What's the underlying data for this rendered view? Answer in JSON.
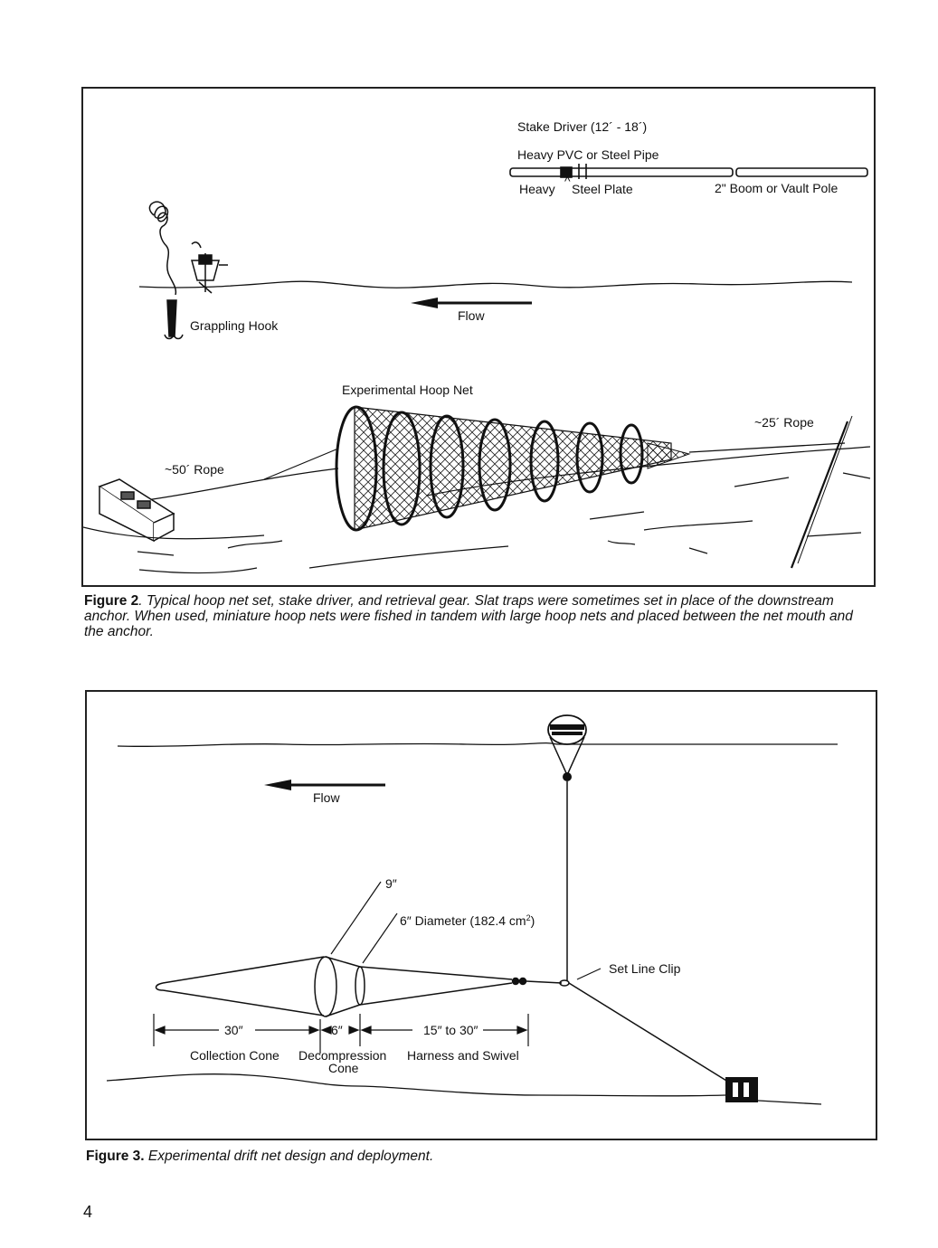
{
  "figure2": {
    "labels": {
      "stake_driver": "Stake Driver (12´ - 18´)",
      "pvc_pipe": "Heavy PVC or Steel Pipe",
      "heavy": "Heavy",
      "steel_plate": "Steel Plate",
      "boom_pole": "2\" Boom or Vault Pole",
      "grappling_hook": "Grappling Hook",
      "flow": "Flow",
      "hoop_net": "Experimental Hoop Net",
      "rope_25": "~25´ Rope",
      "rope_50": "~50´ Rope"
    },
    "caption_label": "Figure 2",
    "caption_text": ". Typical hoop net set, stake driver, and retrieval gear.  Slat traps were sometimes set in place of the downstream anchor.  When used, miniature hoop nets were fished in tandem with large hoop nets and placed between the net mouth and the anchor."
  },
  "figure3": {
    "labels": {
      "flow": "Flow",
      "nine_inch": "9″",
      "diameter": "6″ Diameter (182.4 cm",
      "diameter_sup": "2",
      "diameter_close": ")",
      "set_line_clip": "Set Line Clip",
      "dim_30": "30″",
      "dim_6": "6″",
      "dim_15_30": "15″ to 30″",
      "collection_cone": "Collection Cone",
      "decompression_cone_1": "Decompression",
      "decompression_cone_2": "Cone",
      "harness_swivel": "Harness and Swivel"
    },
    "caption_label": "Figure 3.",
    "caption_text": "  Experimental drift net design and deployment."
  },
  "page_number": "4"
}
